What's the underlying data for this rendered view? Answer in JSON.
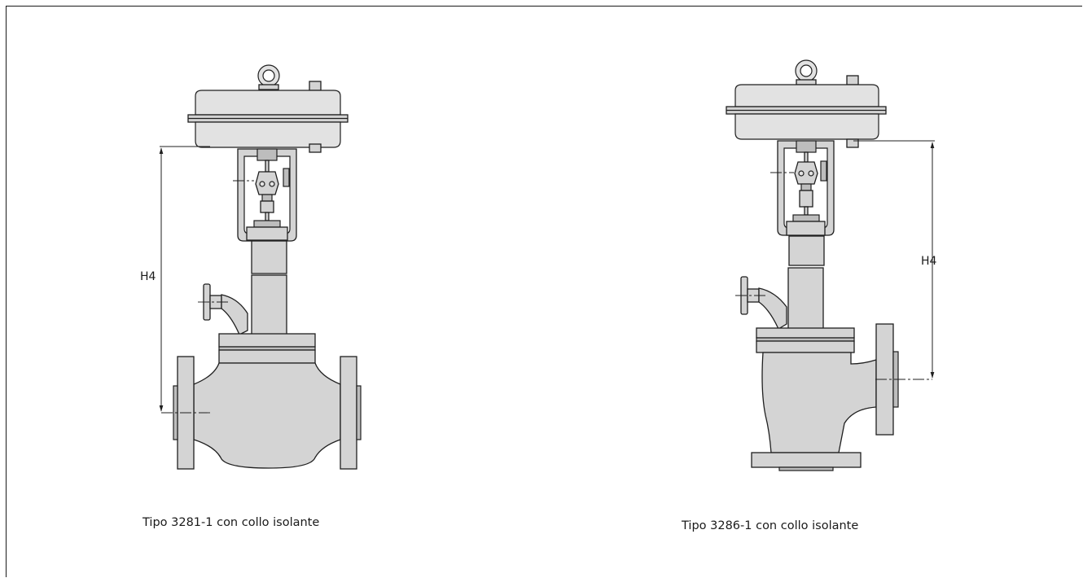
{
  "figures": [
    {
      "caption": "Tipo 3281-1 con collo isolante",
      "dimension_label": "H4"
    },
    {
      "caption": "Tipo 3286-1 con collo isolante",
      "dimension_label": "H4"
    }
  ]
}
